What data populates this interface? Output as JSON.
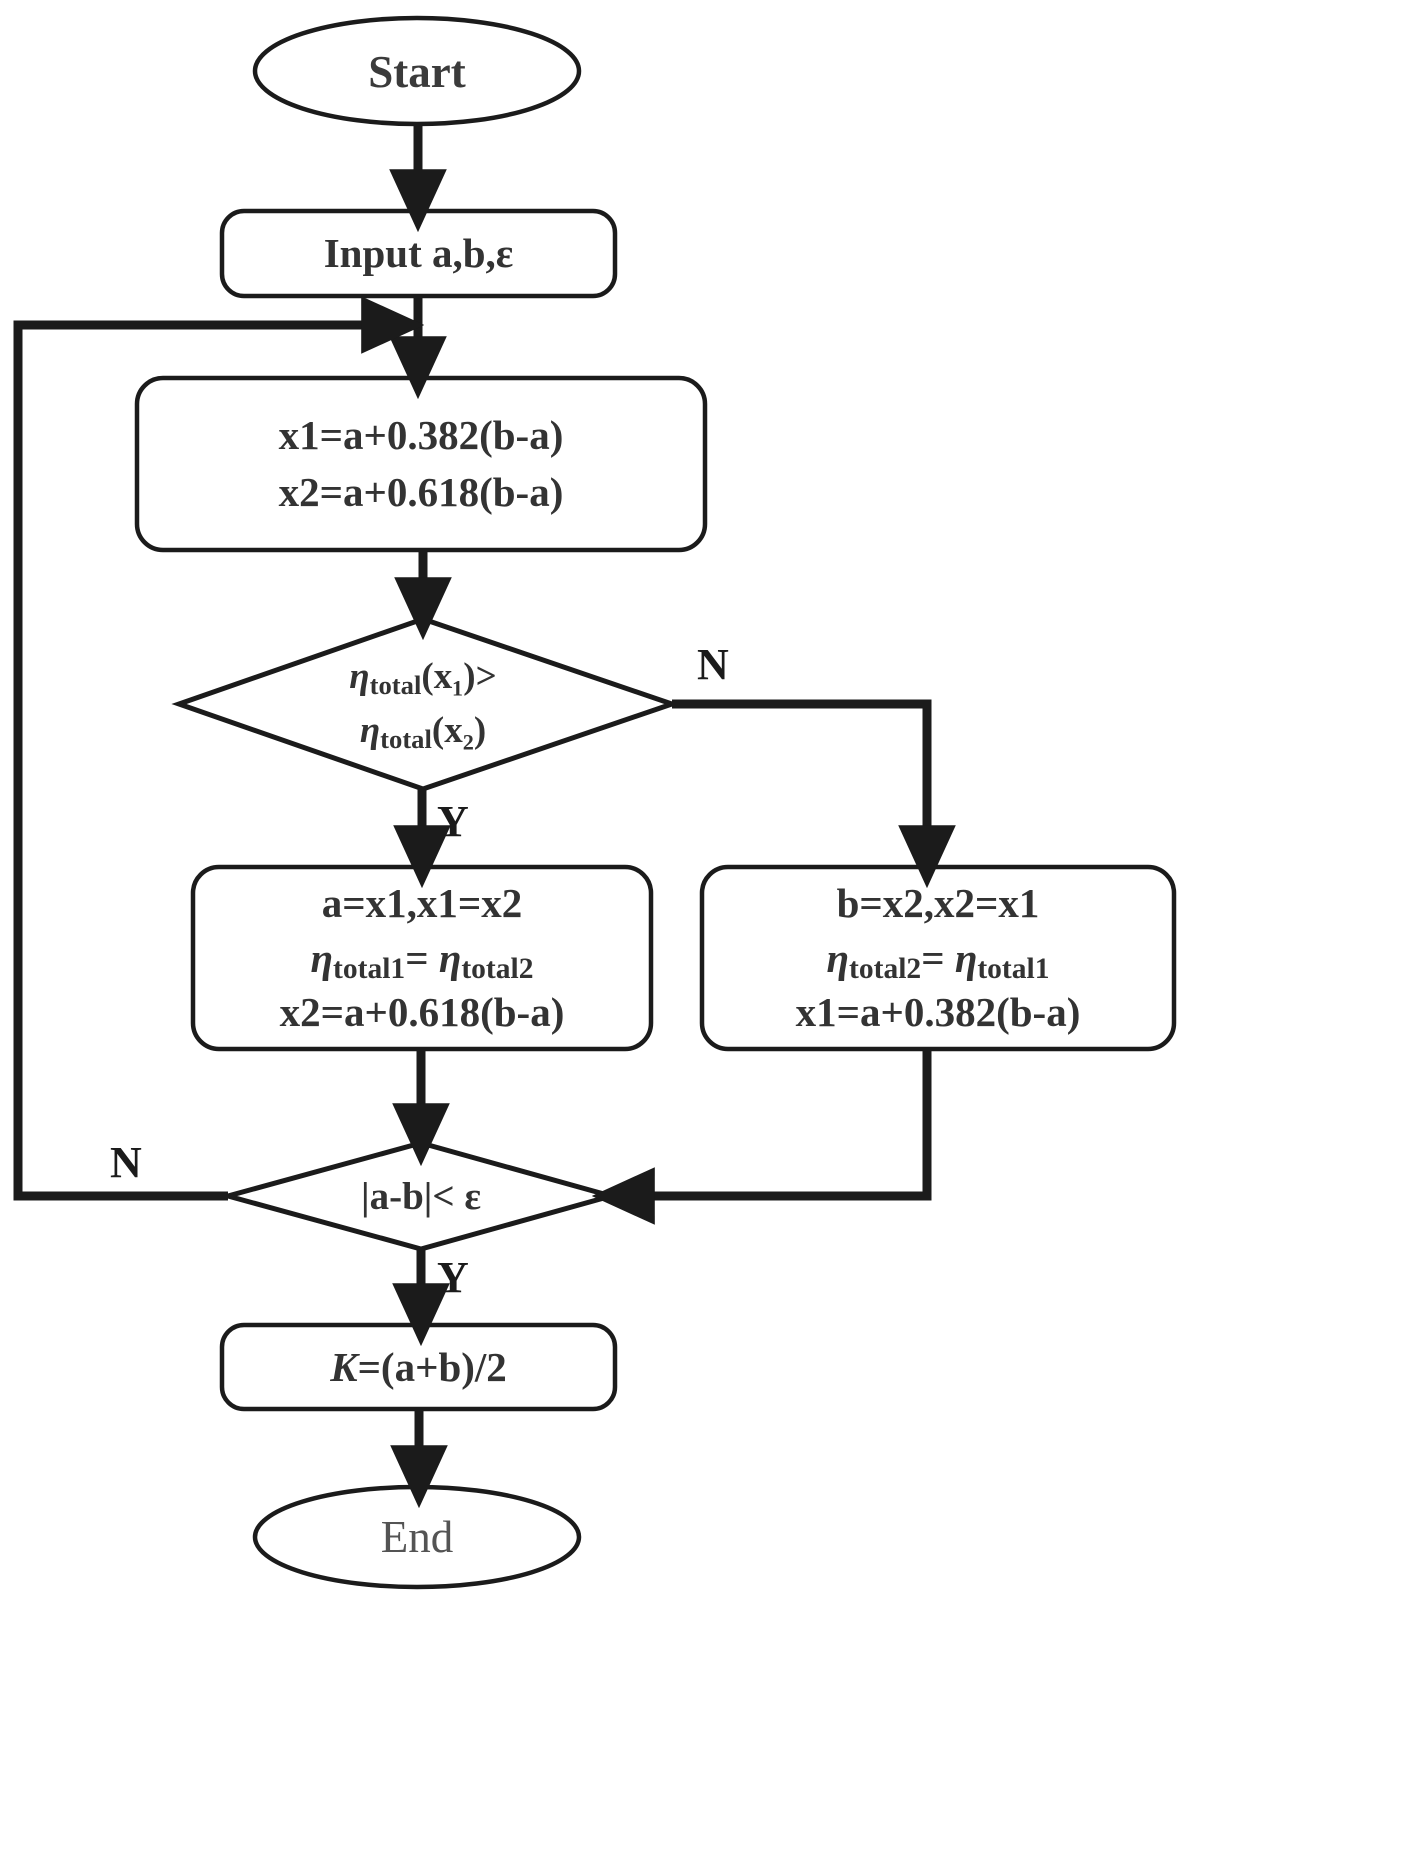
{
  "diagram": {
    "title": "Golden section search flowchart",
    "background_color": "#ffffff",
    "stroke_color": "#1b1b1b",
    "text_color": "#333333"
  },
  "nodes": {
    "start": {
      "shape": "ellipse",
      "text": "Start"
    },
    "input": {
      "shape": "rounded-rect",
      "text": "Input a,b,ε"
    },
    "init": {
      "shape": "rounded-rect",
      "line1": "x1=a+0.382(b-a)",
      "line2": "x2=a+0.618(b-a)"
    },
    "decision_eta": {
      "shape": "diamond",
      "line1_prefix": "η",
      "line1_sub": "total",
      "line1_suffix": "(x₁)>",
      "line2_prefix": "η",
      "line2_sub": "total",
      "line2_suffix": "(x₂)",
      "text_plain": "ηtotal(x1)> ηtotal(x2)"
    },
    "left_update": {
      "shape": "rounded-rect",
      "line1": "a=x1,x1=x2",
      "line2_a_sub": "total1",
      "line2_b_sub": "total2",
      "line2_plain": "ηtotal1= ηtotal2",
      "line3": "x2=a+0.618(b-a)"
    },
    "right_update": {
      "shape": "rounded-rect",
      "line1": "b=x2,x2=x1",
      "line2_a_sub": "total2",
      "line2_b_sub": "total1",
      "line2_plain": "ηtotal2= ηtotal1",
      "line3": "x1=a+0.382(b-a)"
    },
    "decision_eps": {
      "shape": "diamond",
      "text": "|a-b|< ε"
    },
    "result": {
      "shape": "rounded-rect",
      "text_italic": "K",
      "text_rest": "=(a+b)/2",
      "text_plain": "K=(a+b)/2"
    },
    "end": {
      "shape": "ellipse",
      "text": "End"
    }
  },
  "edge_labels": {
    "eta_no": "N",
    "eta_yes": "Y",
    "eps_no": "N",
    "eps_yes": "Y"
  }
}
